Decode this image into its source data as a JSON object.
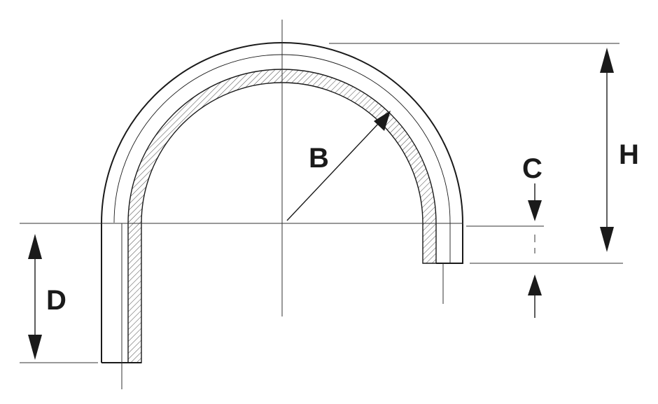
{
  "diagram": {
    "labels": {
      "b": "B",
      "c": "C",
      "d": "D",
      "h": "H"
    },
    "colors": {
      "stroke": "#1a1a1a",
      "hatch": "#555555",
      "background": "#ffffff"
    }
  }
}
